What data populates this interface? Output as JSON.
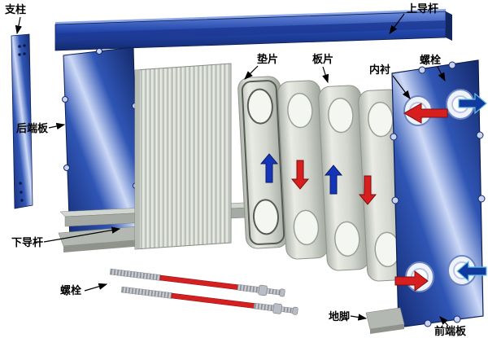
{
  "diagram": {
    "type": "exploded-view",
    "subject": "plate heat exchanger assembly",
    "labels": {
      "support_column": "支柱",
      "upper_guide_rod": "上导杆",
      "gasket": "垫片",
      "plate_sheet": "板片",
      "inner_liner": "内衬",
      "bolt_top": "螺栓",
      "rear_end_plate": "后端板",
      "lower_guide_rod": "下导杆",
      "bolt_bottom": "螺栓",
      "anchor_foot": "地脚",
      "front_end_plate": "前端板"
    },
    "colors": {
      "frame_blue": "#1c3a92",
      "sheen_blue": "#cdd9f6",
      "plate_gray": "#dfe3dc",
      "flow_hot_red": "#d81f1f",
      "flow_cold_blue": "#123a9e",
      "label_text": "#000000"
    }
  }
}
